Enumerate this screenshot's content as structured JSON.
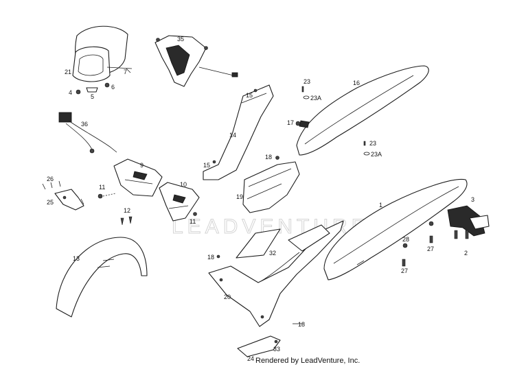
{
  "diagram": {
    "watermark": "LEADVENTURE",
    "labels": {
      "l1": "1",
      "l2": "2",
      "l3": "3",
      "l4": "4",
      "l5": "5",
      "l6": "6",
      "l7": "7",
      "l9": "9",
      "l10": "10",
      "l11a": "11",
      "l11b": "11",
      "l12": "12",
      "l13": "13",
      "l14": "14",
      "l15a": "15",
      "l15b": "15",
      "l16": "16",
      "l17": "17",
      "l18a": "18",
      "l18b": "18",
      "l18c": "18",
      "l19": "19",
      "l20": "20",
      "l21": "21",
      "l23a": "23",
      "l23aa": "23A",
      "l23b": "23",
      "l23ab": "23A",
      "l24": "24",
      "l25": "25",
      "l26": "26",
      "l27a": "27",
      "l27b": "27",
      "l28": "28",
      "l32": "32",
      "l33": "33",
      "l35": "35",
      "l36": "36"
    }
  },
  "footer": {
    "text": "Rendered by LeadVenture, Inc."
  }
}
